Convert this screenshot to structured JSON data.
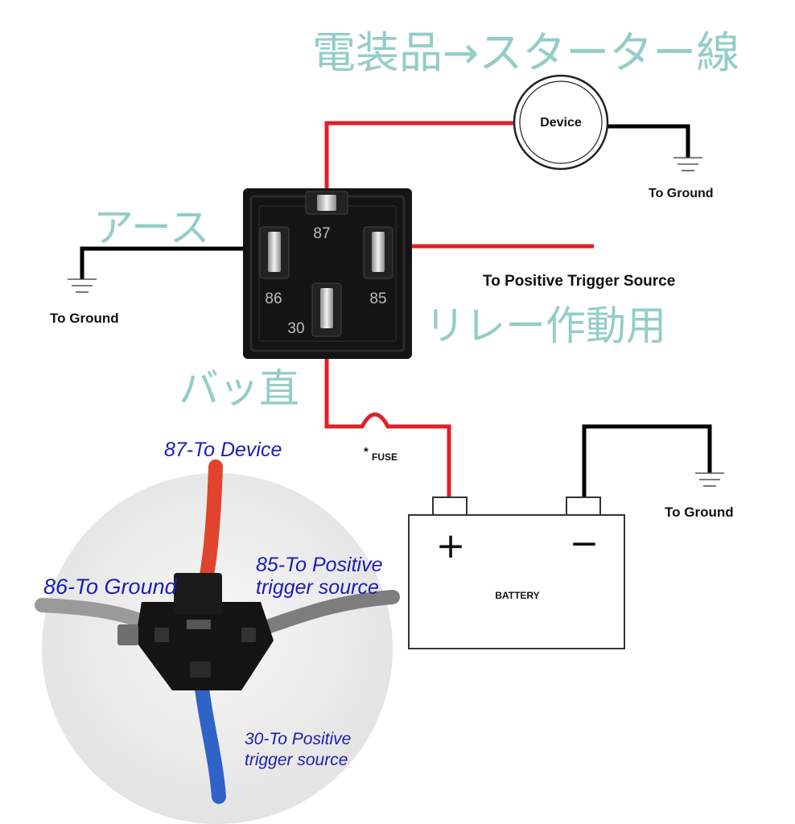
{
  "annotations": {
    "top": "電装品→スターター線",
    "ground": "アース",
    "relay": "リレー作動用",
    "battery": "バッ直"
  },
  "labels": {
    "device": "Device",
    "to_ground": "To Ground",
    "to_positive_trigger": "To Positive Trigger Source",
    "fuse_mark": "*",
    "fuse": "FUSE",
    "battery": "BATTERY",
    "plus": "+",
    "minus": "−"
  },
  "pins": {
    "p87": "87",
    "p86": "86",
    "p85": "85",
    "p30": "30"
  },
  "photo": {
    "label_87": "87-To Device",
    "label_86": "86-To Ground",
    "label_85_line1": "85-To Positive",
    "label_85_line2": "trigger source",
    "label_30_line1": "30-To Positive",
    "label_30_line2": "trigger source"
  },
  "colors": {
    "annotation": "#93cdc8",
    "wire_positive": "#e0202a",
    "wire_ground": "#000000",
    "photo_label": "#1b1fb0",
    "wire_blue": "#2f63c8",
    "wire_gray": "#8c8c8c"
  }
}
